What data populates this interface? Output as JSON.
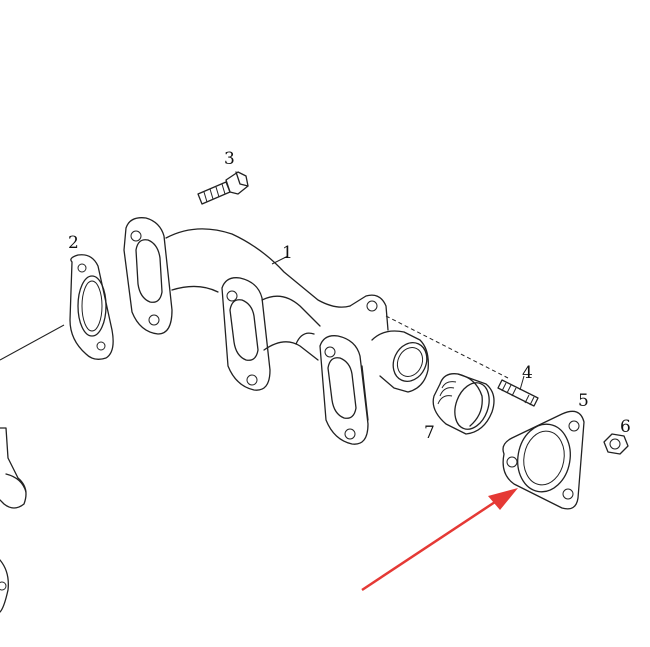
{
  "callouts": {
    "manifold": "1",
    "gasket_left": "2",
    "bolt": "3",
    "stud": "4",
    "gasket_triangle": "5",
    "nut": "6",
    "plug": "7"
  },
  "colors": {
    "line": "#222222",
    "arrow": "#e53935",
    "background": "#ffffff"
  }
}
